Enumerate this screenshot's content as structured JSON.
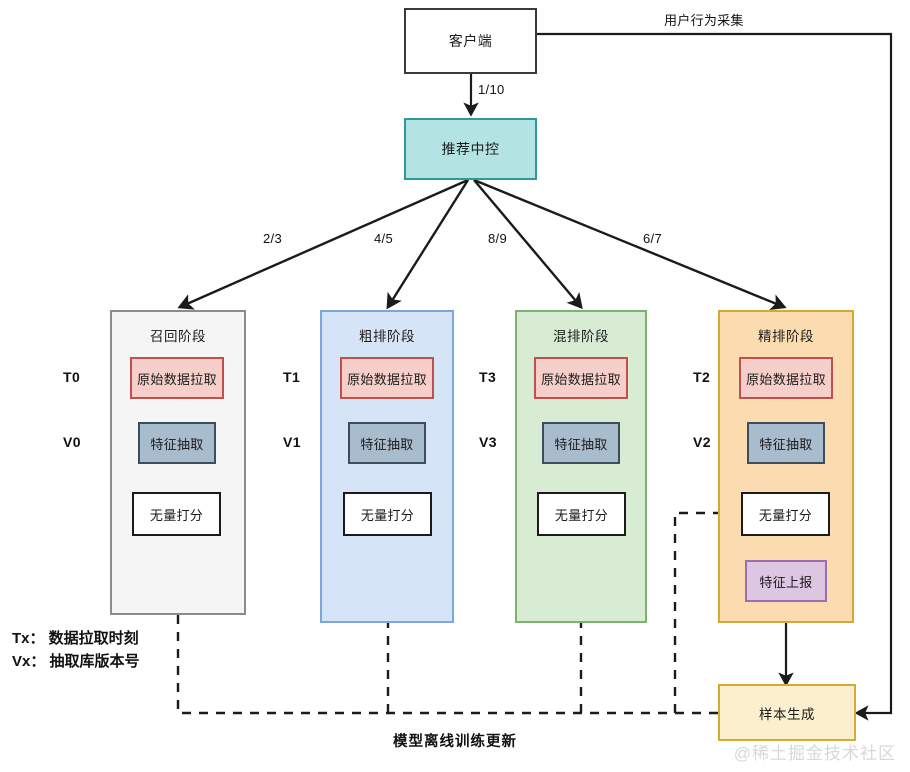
{
  "diagram": {
    "title_caption": "模型离线训练更新",
    "watermark": "@稀土掘金技术社区",
    "colors": {
      "center_fill": "#b4e3e3",
      "center_stroke": "#2f9a9a",
      "raw_fill": "#f6cfca",
      "raw_stroke": "#c0504d",
      "feature_fill": "#a8bcce",
      "feature_stroke": "#3c4d5c",
      "score_fill": "#ffffff",
      "score_stroke": "#1b1b1b",
      "report_fill": "#ddc6e2",
      "report_stroke": "#9b6fae",
      "sample_fill": "#fbefcd",
      "sample_stroke": "#d6a932",
      "stage_recall_fill": "#f5f5f5",
      "stage_recall_stroke": "#8c8c8c",
      "stage_coarse_fill": "#d6e4f7",
      "stage_coarse_stroke": "#7da7d9",
      "stage_mix_fill": "#d7ecd3",
      "stage_mix_stroke": "#7cb36e",
      "stage_fine_fill": "#fbdcb0",
      "stage_fine_stroke": "#d6a932"
    }
  },
  "nodes": {
    "client": "客户端",
    "center": "推荐中控",
    "sample": "样本生成"
  },
  "stages": [
    {
      "id": "recall",
      "title": "召回阶段",
      "t_label": "T0",
      "v_label": "V0",
      "boxes": [
        "原始数据拉取",
        "特征抽取",
        "无量打分"
      ]
    },
    {
      "id": "coarse",
      "title": "粗排阶段",
      "t_label": "T1",
      "v_label": "V1",
      "boxes": [
        "原始数据拉取",
        "特征抽取",
        "无量打分"
      ]
    },
    {
      "id": "mix",
      "title": "混排阶段",
      "t_label": "T3",
      "v_label": "V3",
      "boxes": [
        "原始数据拉取",
        "特征抽取",
        "无量打分"
      ]
    },
    {
      "id": "fine",
      "title": "精排阶段",
      "t_label": "T2",
      "v_label": "V2",
      "boxes": [
        "原始数据拉取",
        "特征抽取",
        "无量打分",
        "特征上报"
      ]
    }
  ],
  "edge_labels": {
    "client_to_center": "1/10",
    "user_behavior": "用户行为采集",
    "to_recall": "2/3",
    "to_coarse": "4/5",
    "to_mix": "8/9",
    "to_fine": "6/7"
  },
  "legend": {
    "line1": "Tx： 数据拉取时刻",
    "line2": "Vx： 抽取库版本号"
  }
}
